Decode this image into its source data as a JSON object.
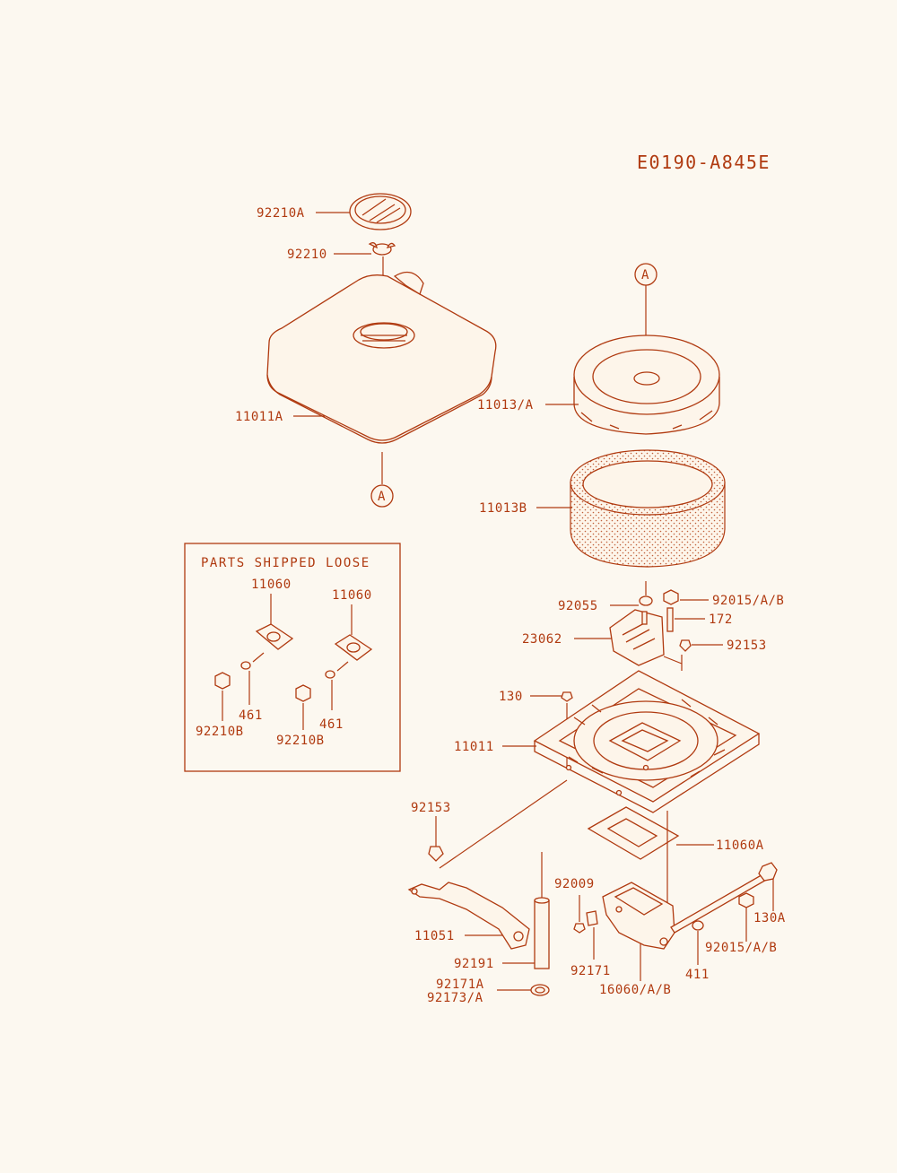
{
  "diagram_code": "E0190-A845E",
  "box_title": "PARTS SHIPPED LOOSE",
  "ref_marker": "A",
  "labels": {
    "p92210A": "92210A",
    "p92210": "92210",
    "p11011A": "11011A",
    "p11013A": "11013/A",
    "p11013B": "11013B",
    "p92055": "92055",
    "p92015AB_top": "92015/A/B",
    "p172": "172",
    "p23062": "23062",
    "p92153_top": "92153",
    "p130": "130",
    "p11011": "11011",
    "p11060A": "11060A",
    "p92153_low": "92153",
    "p92009": "92009",
    "p130A": "130A",
    "p11051": "11051",
    "p92015AB_low": "92015/A/B",
    "p92191": "92191",
    "p92171": "92171",
    "p411": "411",
    "p16060AB": "16060/A/B",
    "p92171A": "92171A",
    "p92173A": "92173/A",
    "box_11060_l": "11060",
    "box_11060_r": "11060",
    "box_461_l": "461",
    "box_461_r": "461",
    "box_92210B_l": "92210B",
    "box_92210B_r": "92210B"
  }
}
